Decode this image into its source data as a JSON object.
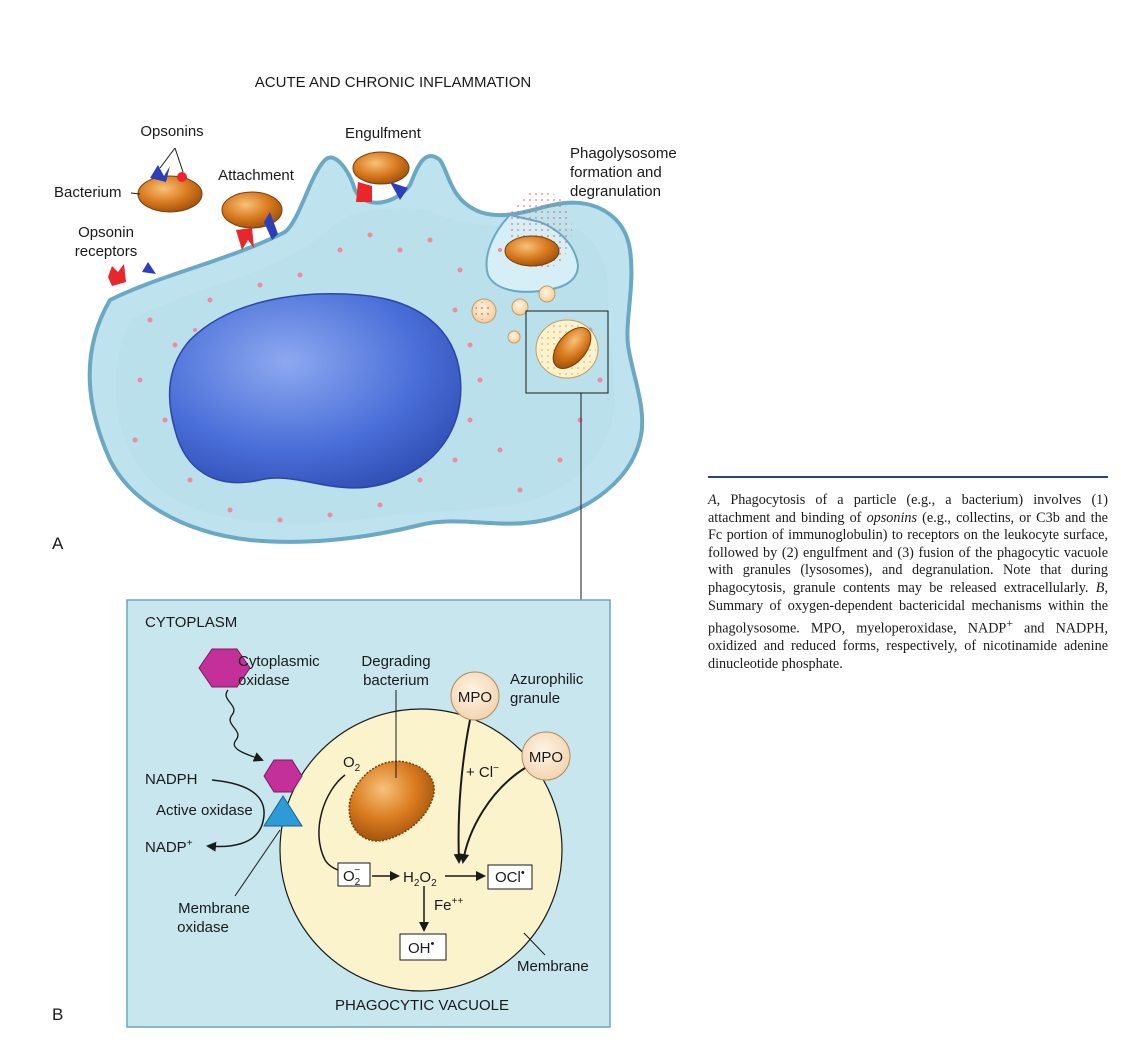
{
  "colors": {
    "cell_fill": "#bfe3ee",
    "cell_stroke": "#6aa8c4",
    "nucleus": "#4a73d6",
    "bacterium": "#d2781c",
    "receptor_red": "#e8262b",
    "receptor_blue": "#2c3fb8",
    "oxidase_magenta": "#c4309a",
    "oxidase_cyan": "#2f9bd6",
    "vacuole_fill": "#fbf3cc",
    "panel_b_fill": "#c7e6ee",
    "caption_rule": "#2f3f8f"
  },
  "panel_a": {
    "header": "ACUTE AND CHRONIC INFLAMMATION",
    "letter": "A",
    "labels": {
      "opsonins": "Opsonins",
      "bacterium": "Bacterium",
      "opsonin_receptors_1": "Opsonin",
      "opsonin_receptors_2": "receptors",
      "attachment": "Attachment",
      "engulfment": "Engulfment",
      "phago_1": "Phagolysosome",
      "phago_2": "formation and",
      "phago_3": "degranulation"
    }
  },
  "panel_b": {
    "letter": "B",
    "labels": {
      "cytoplasm": "CYTOPLASM",
      "cyto_oxidase_1": "Cytoplasmic",
      "cyto_oxidase_2": "oxidase",
      "degrading_1": "Degrading",
      "degrading_2": "bacterium",
      "azurophilic_1": "Azurophilic",
      "azurophilic_2": "granule",
      "mpo": "MPO",
      "o2": "O",
      "o2_sub": "2",
      "cl": "+ Cl",
      "cl_sup": "−",
      "nadph": "NADPH",
      "active_oxidase": "Active oxidase",
      "nadp": "NADP",
      "nadp_sup": "+",
      "superoxide": "O",
      "superoxide_sub": "2",
      "superoxide_sup": "−",
      "h2o2_h": "H",
      "h2o2_sub1": "2",
      "h2o2_o": "O",
      "h2o2_sub2": "2",
      "ocl": "OCl",
      "radical_dot": "•",
      "fe": "Fe",
      "fe_sup": "++",
      "oh": "OH",
      "membrane_oxidase_1": "Membrane",
      "membrane_oxidase_2": "oxidase",
      "membrane": "Membrane",
      "phagocytic_vacuole": "PHAGOCYTIC VACUOLE"
    }
  },
  "caption": {
    "p1": "A,",
    "p2": " Phagocytosis of a particle (e.g., a bacterium) involves (1) attachment and binding of ",
    "p3": "opsonins",
    "p4": " (e.g., collectins, or C3b and the Fc portion of immunoglobulin) to receptors on the leukocyte surface, followed by (2) engulfment and (3) fusion of the phagocytic vacuole with granules (lysosomes), and degranulation. Note that during phagocytosis, granule contents may be released extracellularly. ",
    "p5": "B,",
    "p6": " Summary of oxygen-dependent bactericidal mechanisms within the phagolysosome. MPO, myeloperoxidase, NADP",
    "p7": "+",
    "p8": " and NADPH, oxidized and reduced forms, respectively, of nicotinamide adenine dinucleotide phosphate."
  }
}
